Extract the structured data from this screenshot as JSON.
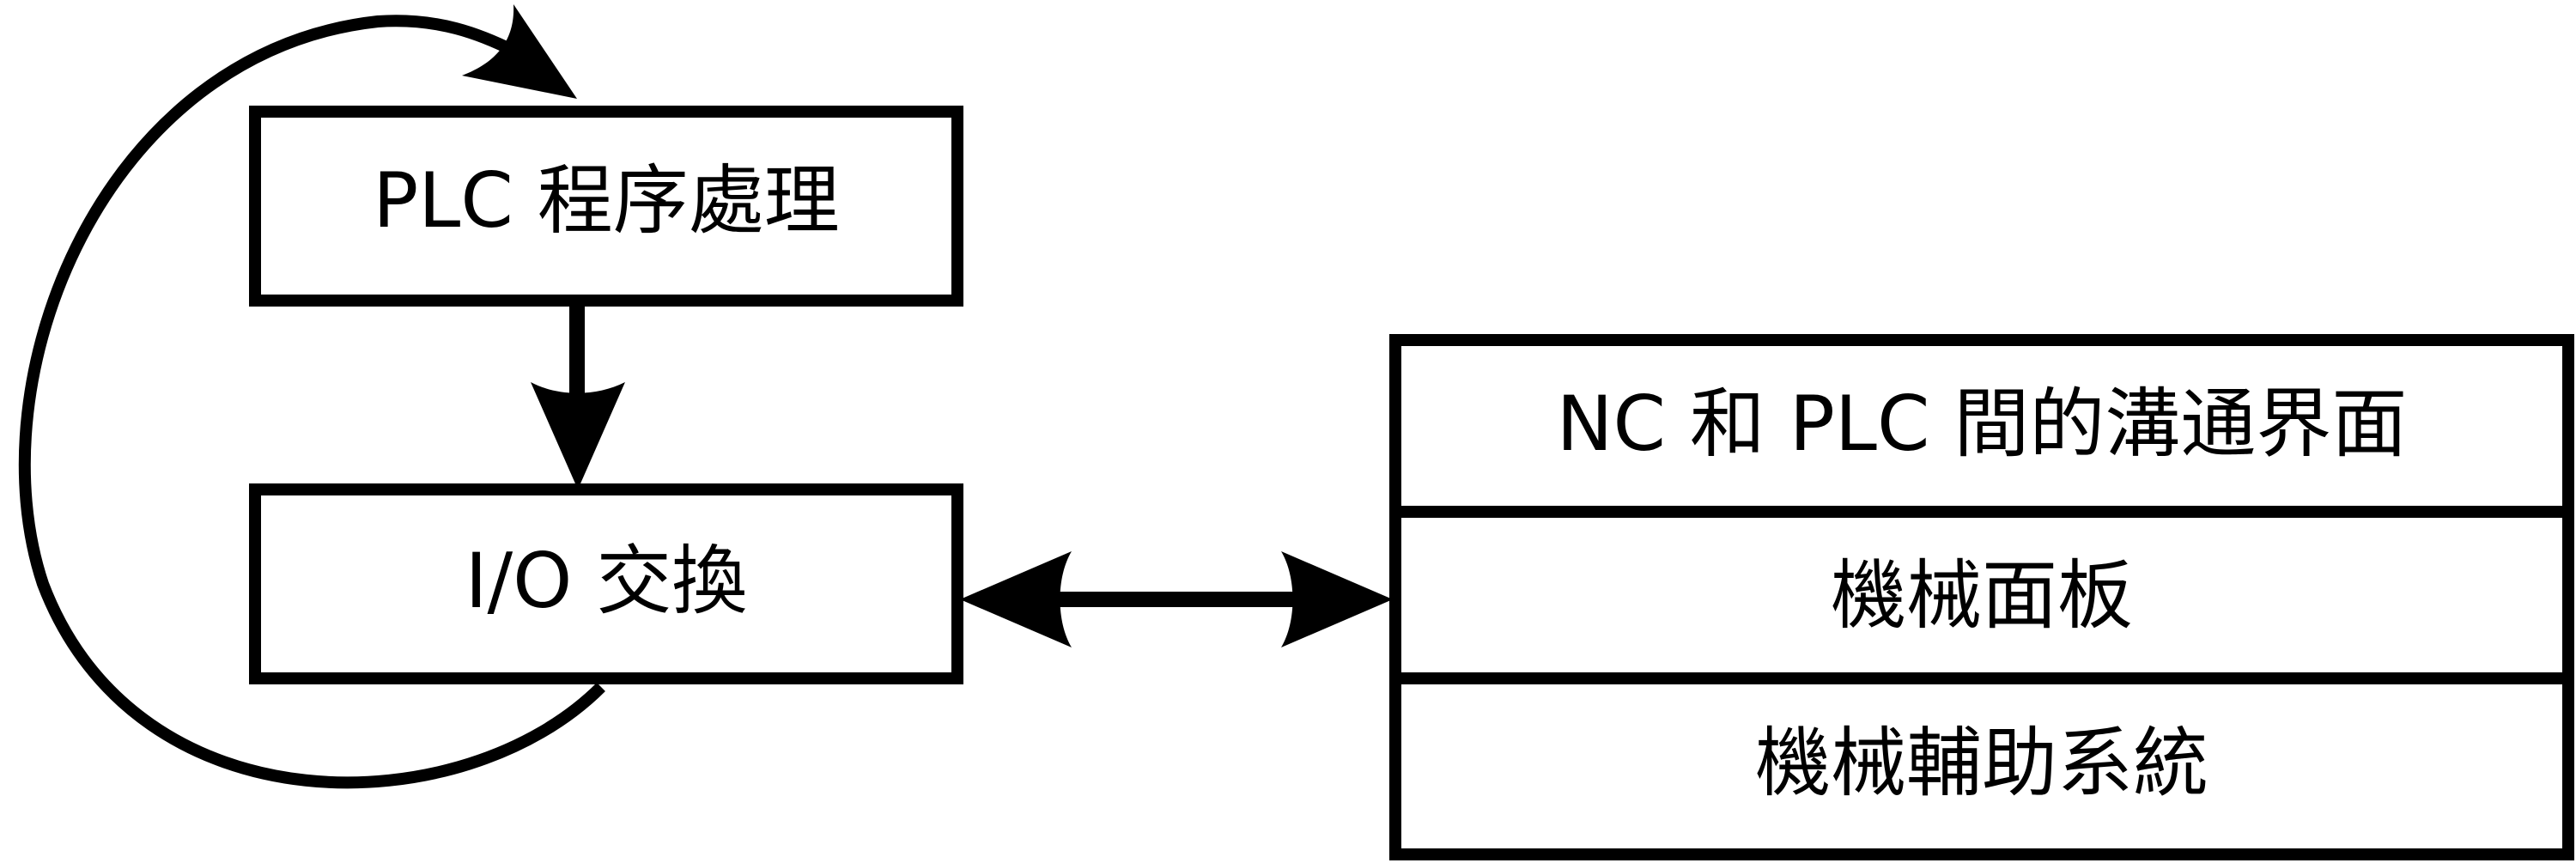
{
  "diagram": {
    "nodes": {
      "plc_processing": "PLC 程序處理",
      "io_exchange": "I/O 交換",
      "nc_plc_interface": "NC 和 PLC 間的溝通界面",
      "machine_panel": "機械面板",
      "machine_aux_system": "機械輔助系統"
    }
  },
  "colors": {
    "stroke": "#000000",
    "background": "#ffffff"
  }
}
